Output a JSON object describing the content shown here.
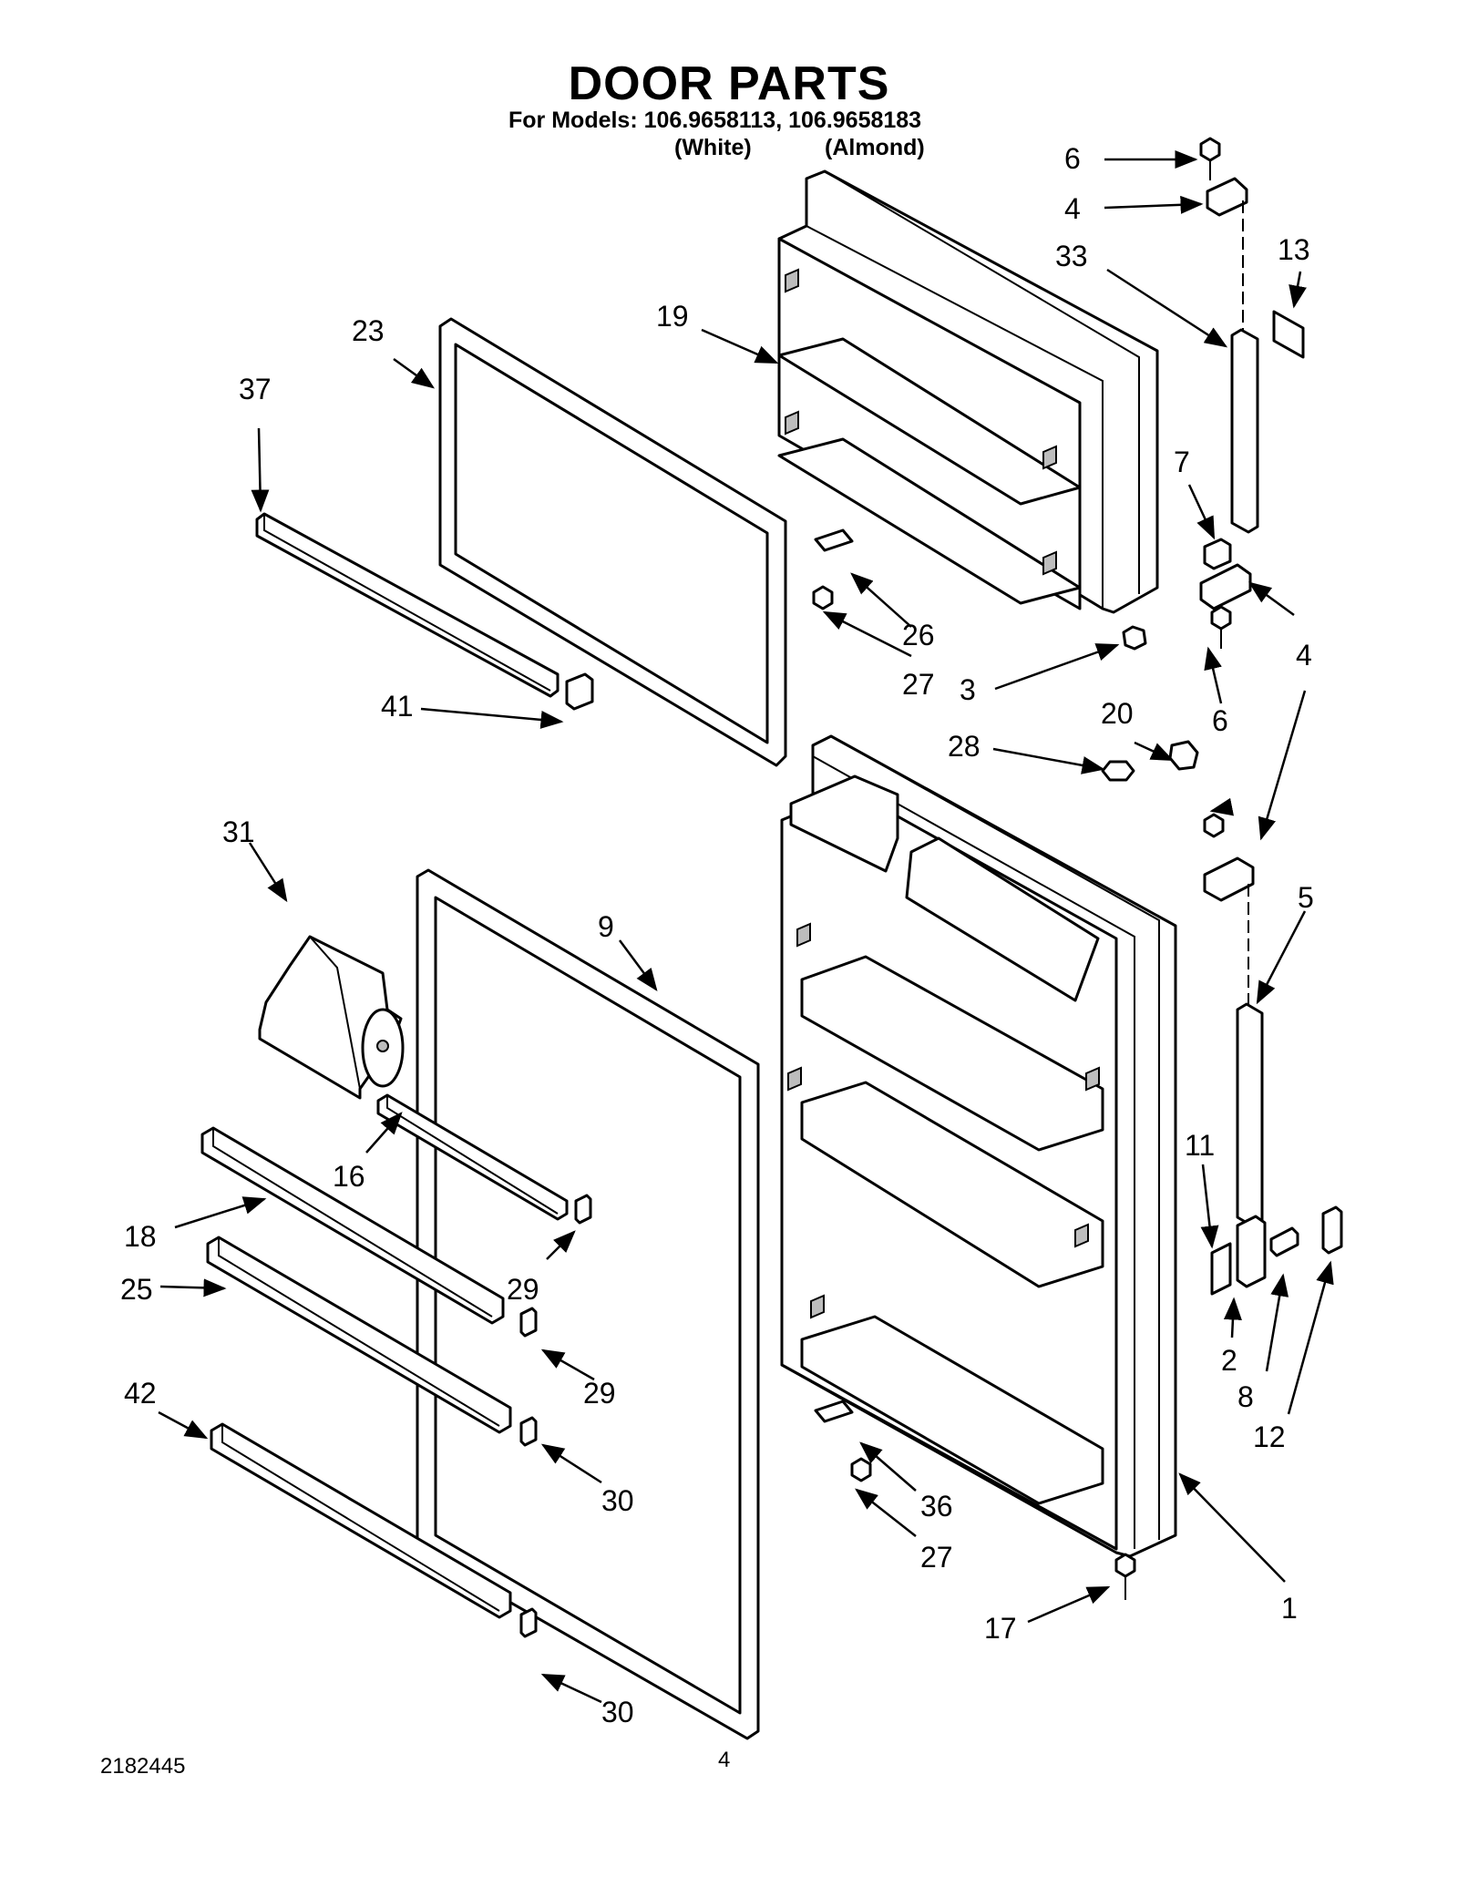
{
  "page": {
    "title": "DOOR PARTS",
    "models_line": "For Models: 106.9658113, 106.9658183",
    "color_white": "(White)",
    "color_almond": "(Almond)",
    "doc_number": "2182445",
    "page_number": "4"
  },
  "callouts": {
    "c6a": "6",
    "c4a": "4",
    "c33": "33",
    "c13": "13",
    "c19": "19",
    "c23": "23",
    "c37": "37",
    "c7": "7",
    "c26": "26",
    "c27a": "27",
    "c3": "3",
    "c4b": "4",
    "c6b": "6",
    "c41": "41",
    "c20": "20",
    "c28": "28",
    "c31": "31",
    "c9": "9",
    "c5": "5",
    "c11": "11",
    "c16": "16",
    "c18": "18",
    "c29a": "29",
    "c25": "25",
    "c2": "2",
    "c29b": "29",
    "c8": "8",
    "c12": "12",
    "c42": "42",
    "c30a": "30",
    "c36": "36",
    "c27b": "27",
    "c1": "1",
    "c17": "17",
    "c30b": "30"
  }
}
